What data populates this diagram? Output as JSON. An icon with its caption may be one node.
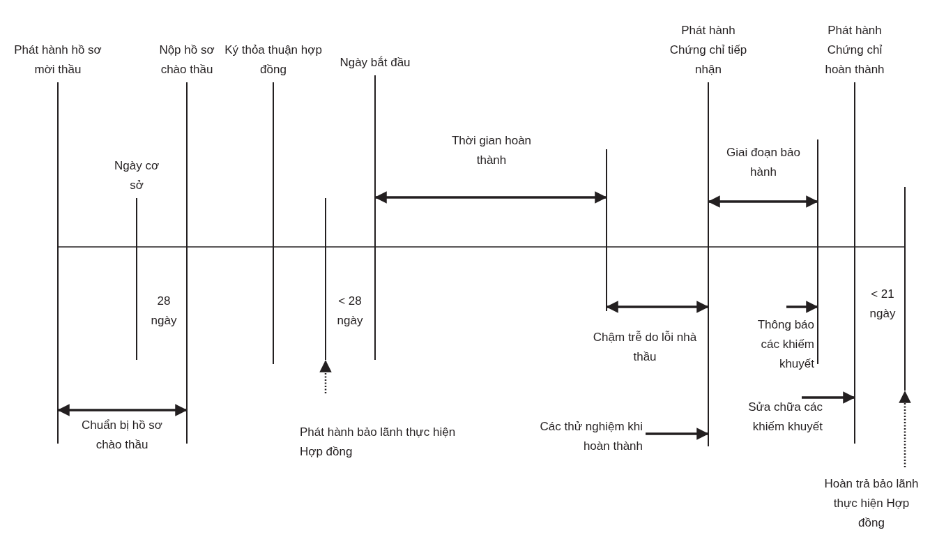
{
  "diagram": {
    "nodes": [
      {
        "text": [
          "Phát hành hồ sơ mời thầu"
        ]
      },
      {
        "text": [
          "Ngày cơ sở"
        ]
      },
      {
        "text": [
          "Nộp hồ sơ chào thầu"
        ]
      },
      {
        "text": [
          "Ký thỏa thuận hợp đồng"
        ]
      },
      {
        "text": [],
        "shape": "line"
      },
      {
        "text": [
          "Ngày bắt đầu"
        ]
      },
      {
        "text": [],
        "shape": "line"
      },
      {
        "text": [
          "Phát hành Chứng chỉ tiếp nhận"
        ]
      },
      {
        "text": [],
        "shape": "line"
      },
      {
        "text": [
          "Phát hành Chứng chỉ hoàn thành"
        ]
      },
      {
        "text": [],
        "shape": "line"
      },
      {
        "text": [
          "Phát hành bảo lãnh thực hiện Hợp đồng"
        ]
      },
      {
        "text": [
          "Các thử nghiệm khi hoàn thành"
        ]
      },
      {
        "text": [
          "Thông báo các khiếm khuyết"
        ]
      },
      {
        "text": [
          "Sửa chữa các khiếm khuyết"
        ]
      },
      {
        "text": [
          "Hoàn trả bảo lãnh thực hiện Hợp đồng"
        ]
      }
    ],
    "edges": [
      {
        "from": 0,
        "to": 2,
        "arrow": "both",
        "label": "Chuẩn bị hồ sơ chào thầu"
      },
      {
        "from": 5,
        "to": 6,
        "arrow": "both",
        "label": "Thời gian hoàn thành"
      },
      {
        "from": 6,
        "to": 7,
        "arrow": "both",
        "label": "Chậm trễ do lỗi nhà thầu"
      },
      {
        "from": 7,
        "to": 8,
        "arrow": "both",
        "label": "Giai đoạn bảo hành"
      },
      {
        "from": 11,
        "to": 4,
        "arrow": "to",
        "style": "dashed"
      },
      {
        "from": 12,
        "to": 7,
        "arrow": "to"
      },
      {
        "from": 13,
        "to": 8,
        "arrow": "to"
      },
      {
        "from": 14,
        "to": 9,
        "arrow": "to"
      },
      {
        "from": 15,
        "to": 10,
        "arrow": "to",
        "style": "dashed"
      }
    ],
    "labels": [
      "28 ngày",
      "< 28 ngày",
      "< 21 ngày"
    ]
  }
}
